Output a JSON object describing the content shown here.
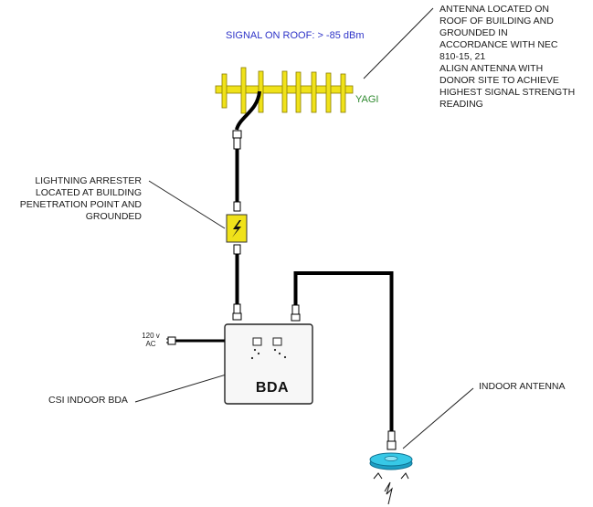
{
  "labels": {
    "signal": "SIGNAL ON ROOF: > -85 dBm",
    "yagi": "YAGI",
    "antenna_note": [
      "ANTENNA LOCATED ON",
      "ROOF OF BUILDING AND",
      "GROUNDED IN",
      "ACCORDANCE WITH NEC",
      "810-15, 21",
      "ALIGN ANTENNA WITH",
      "DONOR SITE TO ACHIEVE",
      "HIGHEST SIGNAL STRENGTH",
      "READING"
    ],
    "arrester_note": [
      "LIGHTNING ARRESTER",
      "LOCATED AT BUILDING",
      "PENETRATION POINT AND",
      "GROUNDED"
    ],
    "power": [
      "120 v",
      "AC"
    ],
    "bda_label": "CSI INDOOR BDA",
    "bda_text": "BDA",
    "indoor_antenna": "INDOOR ANTENNA"
  },
  "colors": {
    "antenna": "#f0e21a",
    "antenna_outline": "#8a7d00",
    "signal_text": "#2f34c8",
    "yagi_text": "#2f8a2f",
    "indoor_antenna": "#37c8e6",
    "cable": "#000000",
    "bda_body": "#f7f7f7"
  }
}
